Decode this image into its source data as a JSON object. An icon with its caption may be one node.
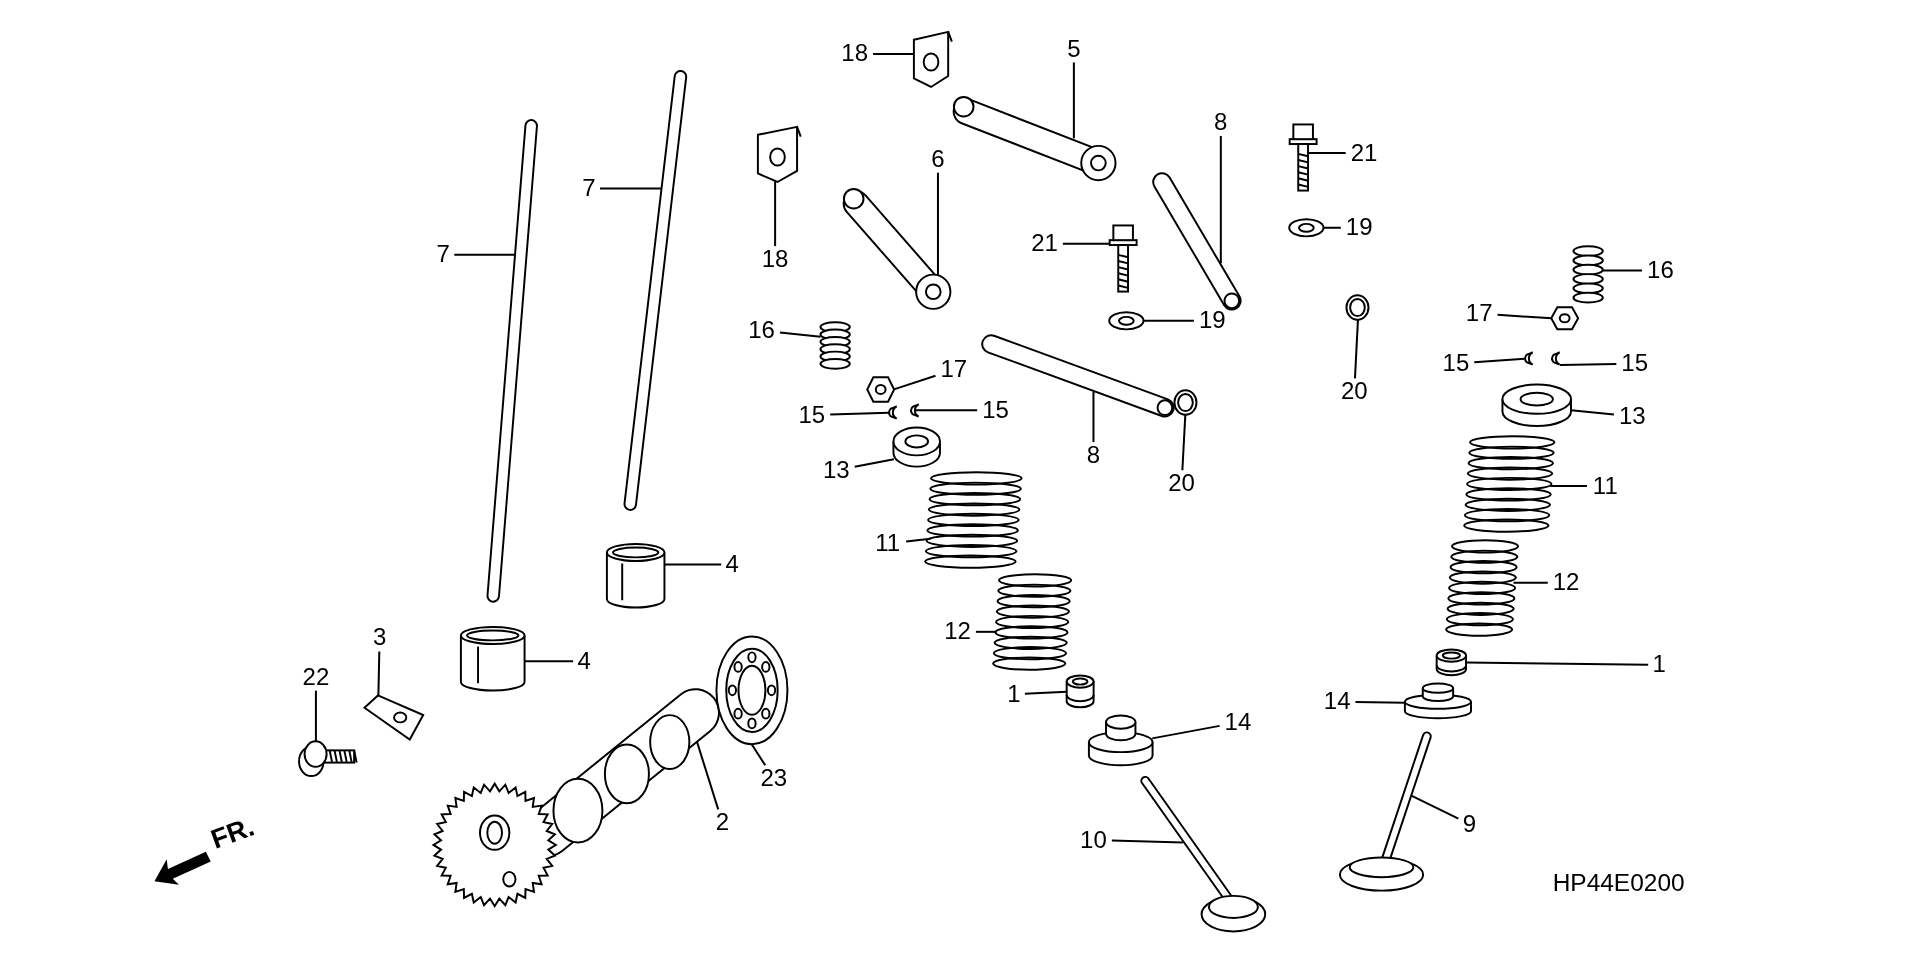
{
  "diagram": {
    "nodes": [
      {
        "text": [
          "18"
        ]
      },
      {
        "text": [],
        "shape": "picture"
      },
      {
        "text": [
          "5"
        ]
      },
      {
        "text": [],
        "shape": "picture"
      },
      {
        "text": [
          "18"
        ]
      },
      {
        "text": [],
        "shape": "picture"
      },
      {
        "text": [
          "6"
        ]
      },
      {
        "text": [],
        "shape": "picture"
      },
      {
        "text": [
          "8"
        ]
      },
      {
        "text": [],
        "shape": "picture"
      },
      {
        "text": [
          "21"
        ]
      },
      {
        "text": [],
        "shape": "picture"
      },
      {
        "text": [
          "19"
        ]
      },
      {
        "text": [],
        "shape": "picture"
      },
      {
        "text": [
          "21"
        ]
      },
      {
        "text": [],
        "shape": "picture"
      },
      {
        "text": [
          "19"
        ]
      },
      {
        "text": [],
        "shape": "picture"
      },
      {
        "text": [
          "16"
        ]
      },
      {
        "text": [],
        "shape": "picture"
      },
      {
        "text": [
          "17"
        ]
      },
      {
        "text": [],
        "shape": "picture"
      },
      {
        "text": [
          "15"
        ]
      },
      {
        "text": [],
        "shape": "picture"
      },
      {
        "text": [
          "15"
        ]
      },
      {
        "text": [],
        "shape": "picture"
      },
      {
        "text": [
          "13"
        ]
      },
      {
        "text": [],
        "shape": "picture"
      },
      {
        "text": [
          "8"
        ]
      },
      {
        "text": [],
        "shape": "picture"
      },
      {
        "text": [
          "20"
        ]
      },
      {
        "text": [],
        "shape": "picture"
      },
      {
        "text": [
          "20"
        ]
      },
      {
        "text": [],
        "shape": "picture"
      },
      {
        "text": [
          "16"
        ]
      },
      {
        "text": [],
        "shape": "picture"
      },
      {
        "text": [
          "17"
        ]
      },
      {
        "text": [],
        "shape": "picture"
      },
      {
        "text": [
          "15"
        ]
      },
      {
        "text": [],
        "shape": "picture"
      },
      {
        "text": [
          "15"
        ]
      },
      {
        "text": [],
        "shape": "picture"
      },
      {
        "text": [
          "13"
        ]
      },
      {
        "text": [],
        "shape": "picture"
      },
      {
        "text": [
          "11"
        ]
      },
      {
        "text": [],
        "shape": "picture"
      },
      {
        "text": [
          "12"
        ]
      },
      {
        "text": [],
        "shape": "picture"
      },
      {
        "text": [
          "1"
        ]
      },
      {
        "text": [],
        "shape": "picture"
      },
      {
        "text": [
          "14"
        ]
      },
      {
        "text": [],
        "shape": "picture"
      },
      {
        "text": [
          "9"
        ]
      },
      {
        "text": [],
        "shape": "picture"
      },
      {
        "text": [
          "7"
        ]
      },
      {
        "text": [],
        "shape": "picture"
      },
      {
        "text": [
          "7"
        ]
      },
      {
        "text": [],
        "shape": "picture"
      },
      {
        "text": [
          "4"
        ]
      },
      {
        "text": [],
        "shape": "picture"
      },
      {
        "text": [
          "4"
        ]
      },
      {
        "text": [],
        "shape": "picture"
      },
      {
        "text": [
          "3"
        ]
      },
      {
        "text": [],
        "shape": "picture"
      },
      {
        "text": [
          "22"
        ]
      },
      {
        "text": [],
        "shape": "picture"
      },
      {
        "text": [
          "2"
        ]
      },
      {
        "text": [],
        "shape": "picture"
      },
      {
        "text": [
          "23"
        ]
      },
      {
        "text": [],
        "shape": "picture"
      },
      {
        "text": [
          "11"
        ]
      },
      {
        "text": [],
        "shape": "picture"
      },
      {
        "text": [
          "12"
        ]
      },
      {
        "text": [],
        "shape": "picture"
      },
      {
        "text": [
          "1"
        ]
      },
      {
        "text": [],
        "shape": "picture"
      },
      {
        "text": [
          "14"
        ]
      },
      {
        "text": [],
        "shape": "picture"
      },
      {
        "text": [
          "10"
        ]
      },
      {
        "text": [],
        "shape": "picture"
      }
    ],
    "edges": [
      {
        "from": 0,
        "to": 1,
        "arrow": "none"
      },
      {
        "from": 2,
        "to": 3,
        "arrow": "none"
      },
      {
        "from": 4,
        "to": 5,
        "arrow": "none"
      },
      {
        "from": 6,
        "to": 7,
        "arrow": "none"
      },
      {
        "from": 8,
        "to": 9,
        "arrow": "none"
      },
      {
        "from": 10,
        "to": 11,
        "arrow": "none"
      },
      {
        "from": 12,
        "to": 13,
        "arrow": "none"
      },
      {
        "from": 14,
        "to": 15,
        "arrow": "none"
      },
      {
        "from": 16,
        "to": 17,
        "arrow": "none"
      },
      {
        "from": 18,
        "to": 19,
        "arrow": "none"
      },
      {
        "from": 20,
        "to": 21,
        "arrow": "none"
      },
      {
        "from": 22,
        "to": 23,
        "arrow": "none"
      },
      {
        "from": 24,
        "to": 25,
        "arrow": "none"
      },
      {
        "from": 26,
        "to": 27,
        "arrow": "none"
      },
      {
        "from": 28,
        "to": 29,
        "arrow": "none"
      },
      {
        "from": 30,
        "to": 31,
        "arrow": "none"
      },
      {
        "from": 32,
        "to": 33,
        "arrow": "none"
      },
      {
        "from": 34,
        "to": 35,
        "arrow": "none"
      },
      {
        "from": 36,
        "to": 37,
        "arrow": "none"
      },
      {
        "from": 38,
        "to": 39,
        "arrow": "none"
      },
      {
        "from": 40,
        "to": 41,
        "arrow": "none"
      },
      {
        "from": 42,
        "to": 43,
        "arrow": "none"
      },
      {
        "from": 44,
        "to": 45,
        "arrow": "none"
      },
      {
        "from": 46,
        "to": 47,
        "arrow": "none"
      },
      {
        "from": 48,
        "to": 49,
        "arrow": "none"
      },
      {
        "from": 50,
        "to": 51,
        "arrow": "none"
      },
      {
        "from": 52,
        "to": 53,
        "arrow": "none"
      },
      {
        "from": 54,
        "to": 55,
        "arrow": "none"
      },
      {
        "from": 56,
        "to": 57,
        "arrow": "none"
      },
      {
        "from": 58,
        "to": 59,
        "arrow": "none"
      },
      {
        "from": 60,
        "to": 61,
        "arrow": "none"
      },
      {
        "from": 62,
        "to": 63,
        "arrow": "none"
      },
      {
        "from": 64,
        "to": 65,
        "arrow": "none"
      },
      {
        "from": 66,
        "to": 67,
        "arrow": "none"
      },
      {
        "from": 68,
        "to": 69,
        "arrow": "none"
      },
      {
        "from": 70,
        "to": 71,
        "arrow": "none"
      },
      {
        "from": 72,
        "to": 73,
        "arrow": "none"
      },
      {
        "from": 74,
        "to": 75,
        "arrow": "none"
      },
      {
        "from": 76,
        "to": 77,
        "arrow": "none"
      },
      {
        "from": 78,
        "to": 79,
        "arrow": "none"
      }
    ],
    "labels": [
      "FR.",
      "HP44E0200"
    ]
  }
}
